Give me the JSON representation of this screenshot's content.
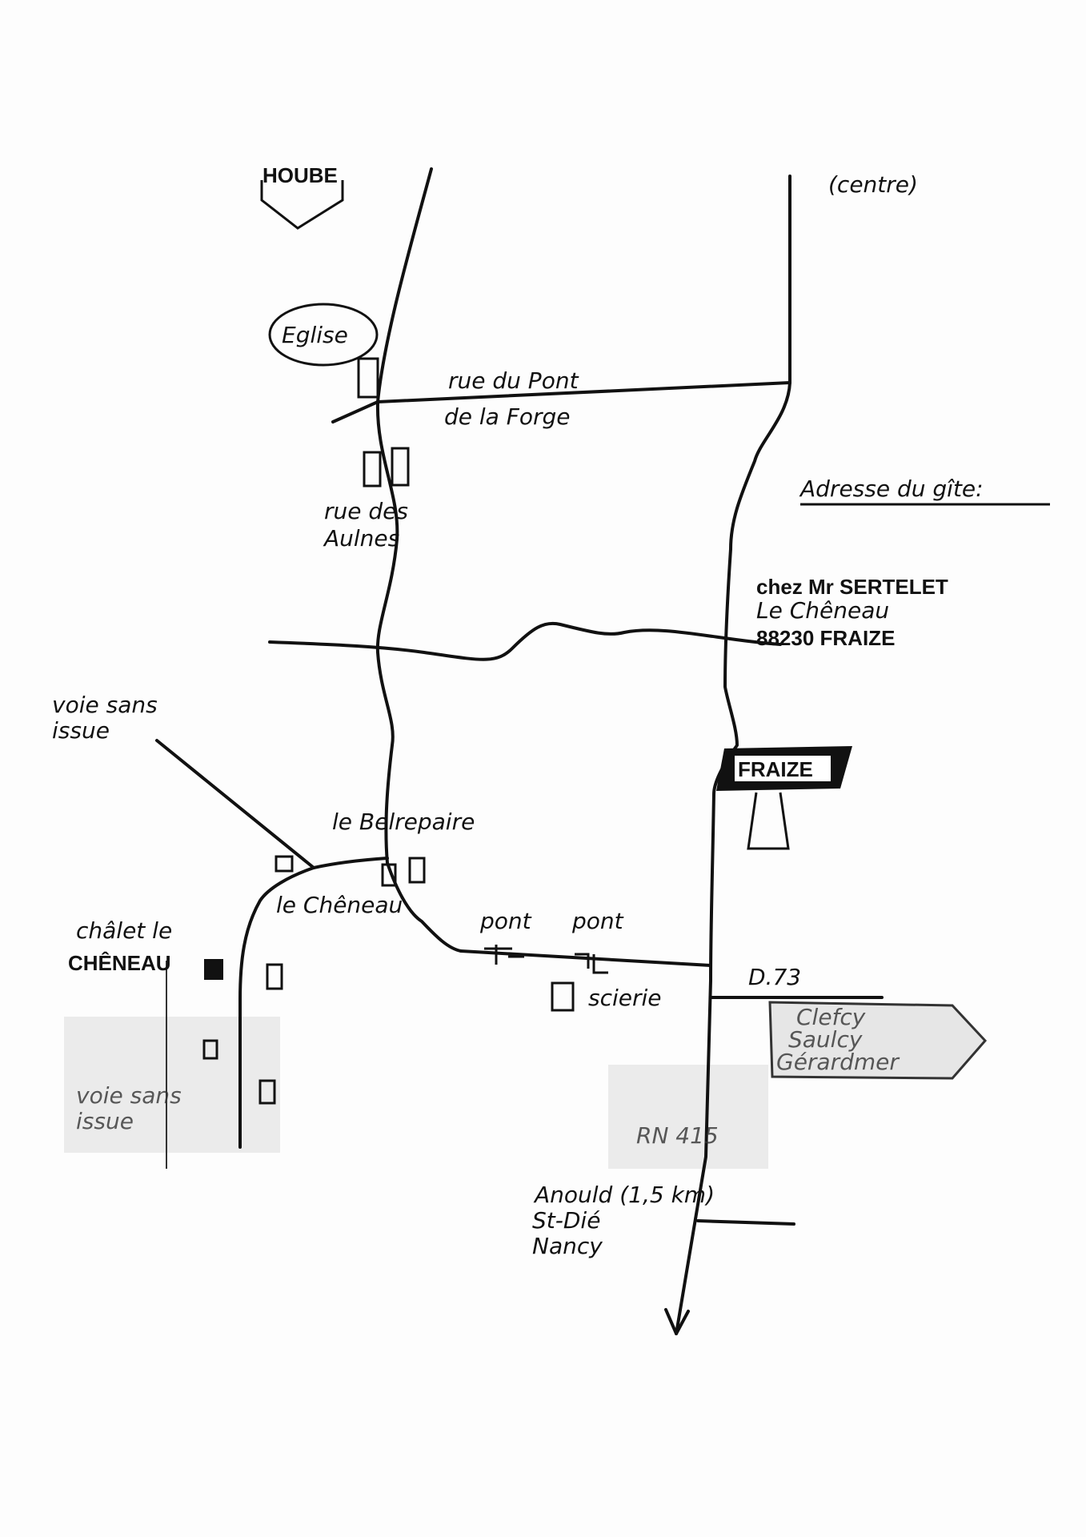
{
  "map": {
    "logo_text": "HOUBE",
    "labels": {
      "centre": "(centre)",
      "eglise": "Eglise",
      "rue_pont_1": "rue du Pont",
      "rue_pont_2": "de la Forge",
      "rue_aulnes_1": "rue des",
      "rue_aulnes_2": "Aulnes",
      "voie_sans_issue_top_1": "voie sans",
      "voie_sans_issue_top_2": "issue",
      "belrepaire": "le Belrepaire",
      "cheneau": "le Chêneau",
      "chalet_1": "châlet le",
      "chalet_2": "CHÊNEAU",
      "pont_1": "pont",
      "pont_2": "pont",
      "scierie": "scierie",
      "d73": "D.73",
      "voie_sans_issue_bottom_1": "voie sans",
      "voie_sans_issue_bottom_2": "issue",
      "rn415": "RN 415",
      "anould": "Anould (1,5 km)",
      "st_die": "St-Dié",
      "nancy": "Nancy"
    },
    "town_sign": "FRAIZE",
    "direction_sign": [
      "Clefcy",
      "Saulcy",
      "Gérardmer"
    ],
    "address": {
      "heading": "Adresse du gîte:",
      "line1": "chez Mr SERTELET",
      "line2": "Le Chêneau",
      "line3": "88230 FRAIZE"
    }
  }
}
